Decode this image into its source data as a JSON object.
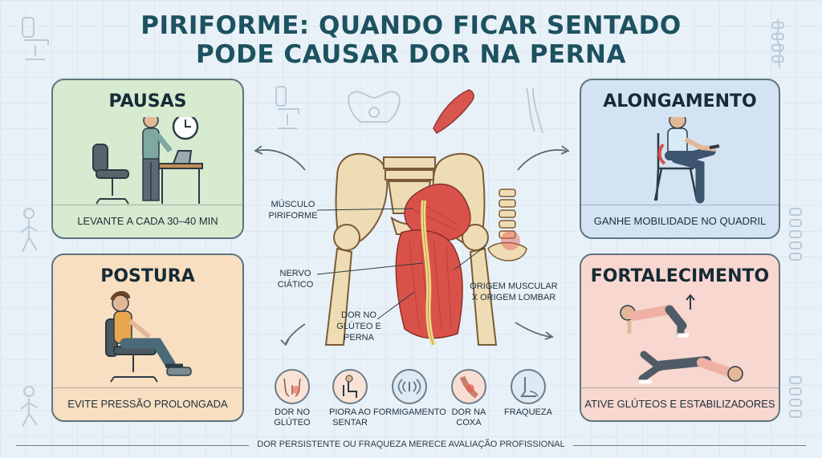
{
  "title": {
    "line1": "PIRIFORME: QUANDO FICAR SENTADO",
    "line2": "PODE CAUSAR DOR NA PERNA"
  },
  "cards": {
    "pausas": {
      "heading": "PAUSAS",
      "caption": "LEVANTE A CADA 30–40 MIN"
    },
    "alongamento": {
      "heading": "ALONGAMENTO",
      "caption": "GANHE MOBILIDADE NO QUADRIL"
    },
    "postura": {
      "heading": "POSTURA",
      "caption": "EVITE PRESSÃO PROLONGADA"
    },
    "fortalecimento": {
      "heading": "FORTALECIMENTO",
      "caption": "ATIVE GLÚTEOS E ESTABILIZADORES"
    }
  },
  "anatomy": {
    "piriforme": [
      "MÚSCULO",
      "PIRIFORME"
    ],
    "ciatico": [
      "NERVO",
      "CIÁTICO"
    ],
    "dor": [
      "DOR NO",
      "GLÚTEO E",
      "PERNA"
    ],
    "origem": [
      "ORIGEM MUSCULAR",
      "X ORIGEM LOMBAR"
    ]
  },
  "symptoms": [
    {
      "label": [
        "DOR NO",
        "GLÚTEO"
      ],
      "icon": "gluteus-pain-icon"
    },
    {
      "label": [
        "PIORA AO",
        "SENTAR"
      ],
      "icon": "sitting-icon"
    },
    {
      "label": [
        "FORMIGAMENTO"
      ],
      "icon": "tingling-icon"
    },
    {
      "label": [
        "DOR NA",
        "COXA"
      ],
      "icon": "thigh-pain-icon"
    },
    {
      "label": [
        "FRAQUEZA"
      ],
      "icon": "weak-foot-icon"
    }
  ],
  "footer": "DOR PERSISTENTE OU FRAQUEZA MERECE AVALIAÇÃO PROFISSIONAL",
  "colors": {
    "title": "#1d5260",
    "green": "#d6ebcf",
    "blue": "#d3e3f3",
    "orange": "#f8dfc1",
    "red": "#f7d7cf",
    "muscle": "#d9524a",
    "bone": "#eedcb4",
    "nerve": "#f1d98a"
  }
}
